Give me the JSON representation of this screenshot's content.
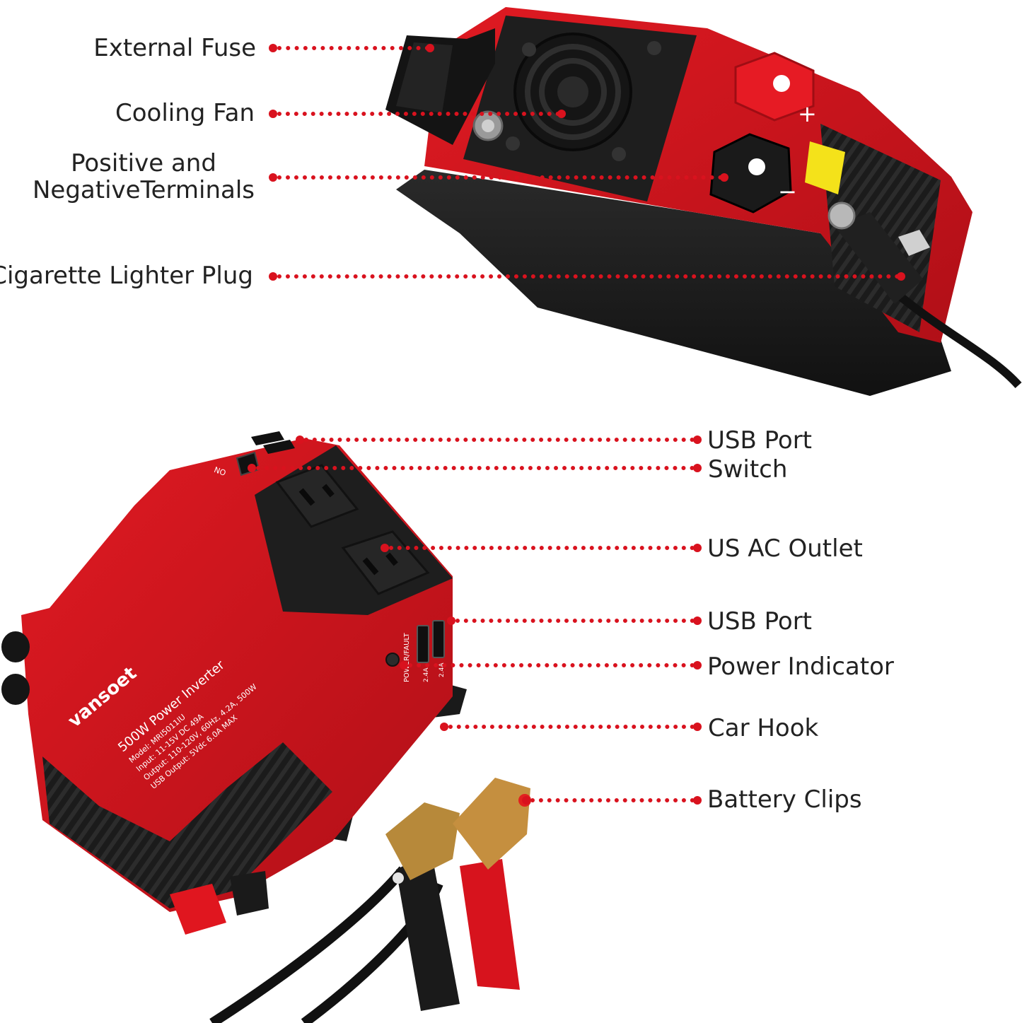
{
  "colors": {
    "accent": "#d9121e",
    "body_red": "#c8141c",
    "body_dark": "#1d1d1d",
    "label_text": "#222222"
  },
  "top_callouts": [
    {
      "label": "External Fuse"
    },
    {
      "label": "Cooling Fan"
    },
    {
      "label": "Positive and\nNegativeTerminals"
    },
    {
      "label": "Cigarette Lighter Plug"
    }
  ],
  "bottom_callouts": [
    {
      "label": "USB Port"
    },
    {
      "label": "Switch"
    },
    {
      "label": "US AC Outlet"
    },
    {
      "label": "USB Port"
    },
    {
      "label": "Power Indicator"
    },
    {
      "label": "Car Hook"
    },
    {
      "label": "Battery Clips"
    }
  ],
  "product": {
    "brand": "vansoet",
    "title": "500W Power Inverter",
    "model": "Model: MRI5011IU",
    "input": "Input: 11-15V DC 49A",
    "output": "Output: 110-120V, 60Hz, 4.2A, 500W",
    "usb_output": "USB Output: 5Vdc 6.0A MAX",
    "indicator_text": "POWER/FAULT",
    "usb_rating_1": "2.4A",
    "usb_rating_2": "2.4A",
    "switch_text": "ON",
    "plus_sign": "+",
    "minus_sign": "−"
  }
}
